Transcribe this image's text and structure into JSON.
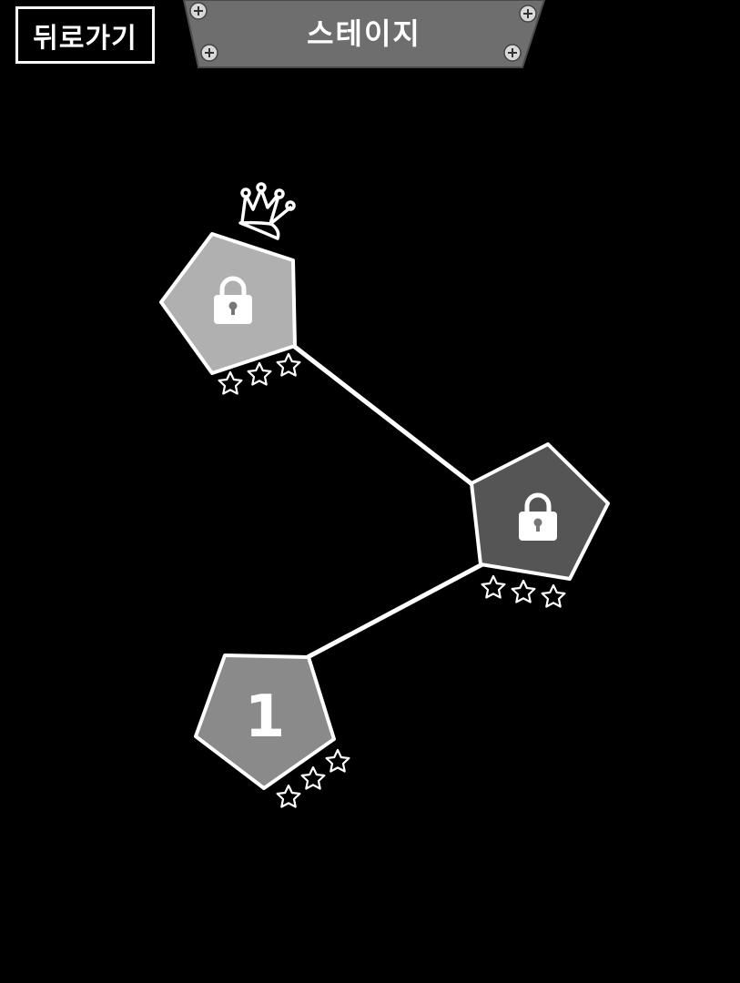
{
  "header": {
    "back_label": "뒤로가기",
    "title": "스테이지"
  },
  "stages": [
    {
      "number": "1",
      "locked": false,
      "stars_earned": 0,
      "stars_total": 3,
      "color": "#8a8a8a"
    },
    {
      "number": "",
      "locked": true,
      "stars_earned": 0,
      "stars_total": 3,
      "color": "#555555"
    },
    {
      "number": "",
      "locked": true,
      "stars_earned": 0,
      "stars_total": 3,
      "color": "#b0b0b0",
      "crown": true
    }
  ],
  "icons": {
    "lock": "lock-icon",
    "star": "star-outline-icon",
    "crown": "crown-icon",
    "screw": "screw-icon"
  },
  "colors": {
    "background": "#000000",
    "plate": "#6e6e6e",
    "outline": "#ffffff"
  }
}
